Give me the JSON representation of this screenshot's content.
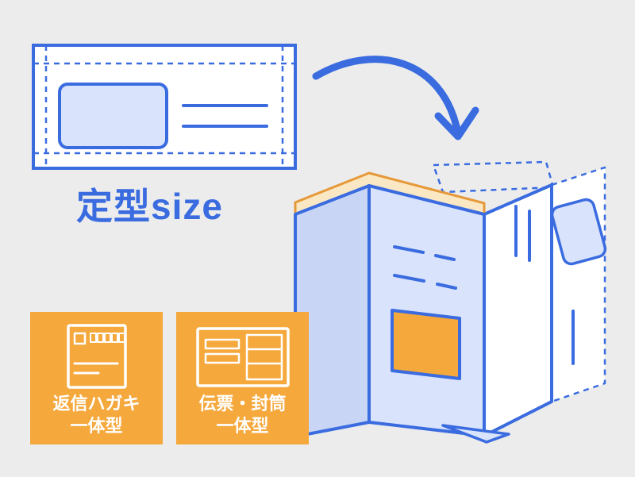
{
  "colors": {
    "background": "#ECECEC",
    "blue": "#3A6CE0",
    "light_blue": "#D9E3FB",
    "light_blue_dark": "#C8D5F5",
    "cream": "#FAE7C4",
    "orange": "#F5A83C",
    "orange_line": "#E69938"
  },
  "heading": {
    "label": "定型size"
  },
  "tiles": [
    {
      "line1": "返信ハガキ",
      "line2": "一体型",
      "icon": "reply-postcard-icon"
    },
    {
      "line1": "伝票・封筒",
      "line2": "一体型",
      "icon": "slip-envelope-icon"
    }
  ],
  "illustration": {
    "envelope": "standard-size-envelope",
    "arrow": "fold-transform-arrow",
    "brochure": "accordion-folded-form"
  }
}
